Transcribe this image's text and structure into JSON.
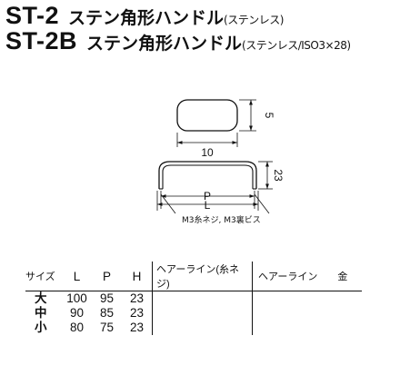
{
  "products": [
    {
      "model": "ST-2",
      "name": "ステン角形ハンドル",
      "material": "(ステンレス)"
    },
    {
      "model": "ST-2B",
      "name": "ステン角形ハンドル",
      "material": "(ステンレス/ISO3×28)"
    }
  ],
  "dimensions": {
    "top_height": "5",
    "top_width": "10",
    "side_height": "23",
    "pitch": "P",
    "length": "L",
    "screw_note": "M3糸ネジ, M3裏ビス"
  },
  "table": {
    "headers": [
      "サイズ",
      "L",
      "P",
      "H",
      "ヘアーライン(糸ネジ)",
      "ヘアーライン",
      "金"
    ],
    "rows": [
      {
        "size": "大",
        "L": "100",
        "P": "95",
        "H": "23",
        "hl_thread": "",
        "hl": "",
        "gold": ""
      },
      {
        "size": "中",
        "L": "90",
        "P": "85",
        "H": "23",
        "hl_thread": "",
        "hl": "",
        "gold": ""
      },
      {
        "size": "小",
        "L": "80",
        "P": "75",
        "H": "23",
        "hl_thread": "",
        "hl": "",
        "gold": ""
      }
    ]
  }
}
